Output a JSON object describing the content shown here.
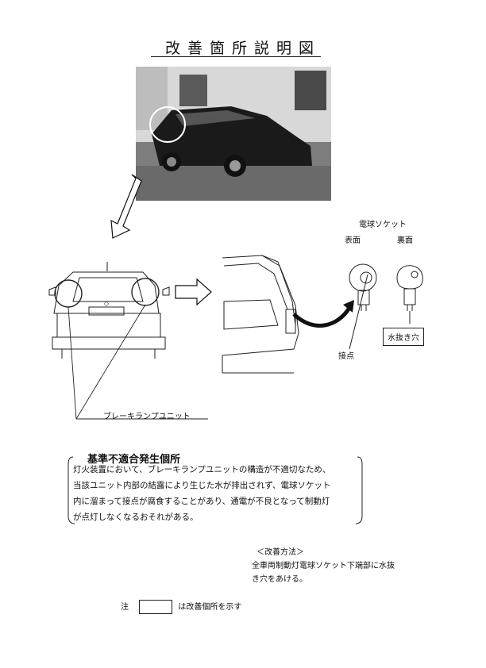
{
  "title": "改善箇所説明図",
  "labels": {
    "brake_lamp_unit": "ブレーキランプユニット",
    "bulb_socket": "電球ソケット",
    "front_side": "表面",
    "back_side": "裏面",
    "contact": "接点",
    "drain_hole": "水抜き穴"
  },
  "nonconformity": {
    "heading": "基準不適合発生個所",
    "lines": [
      "灯火装置において、ブレーキランプユニットの構造が不適切なため、",
      "当該ユニット内部の結露により生じた水が排出されず、電球ソケット",
      "内に溜まって接点が腐食することがあり、通電が不良となって制動灯",
      "が点灯しなくなるおそれがある。"
    ]
  },
  "method": {
    "heading": "＜改善方法＞",
    "lines": [
      "全車両制動灯電球ソケット下端部に水抜",
      "き穴をあける。"
    ]
  },
  "note": {
    "prefix": "注",
    "suffix": "は改善個所を示す"
  }
}
